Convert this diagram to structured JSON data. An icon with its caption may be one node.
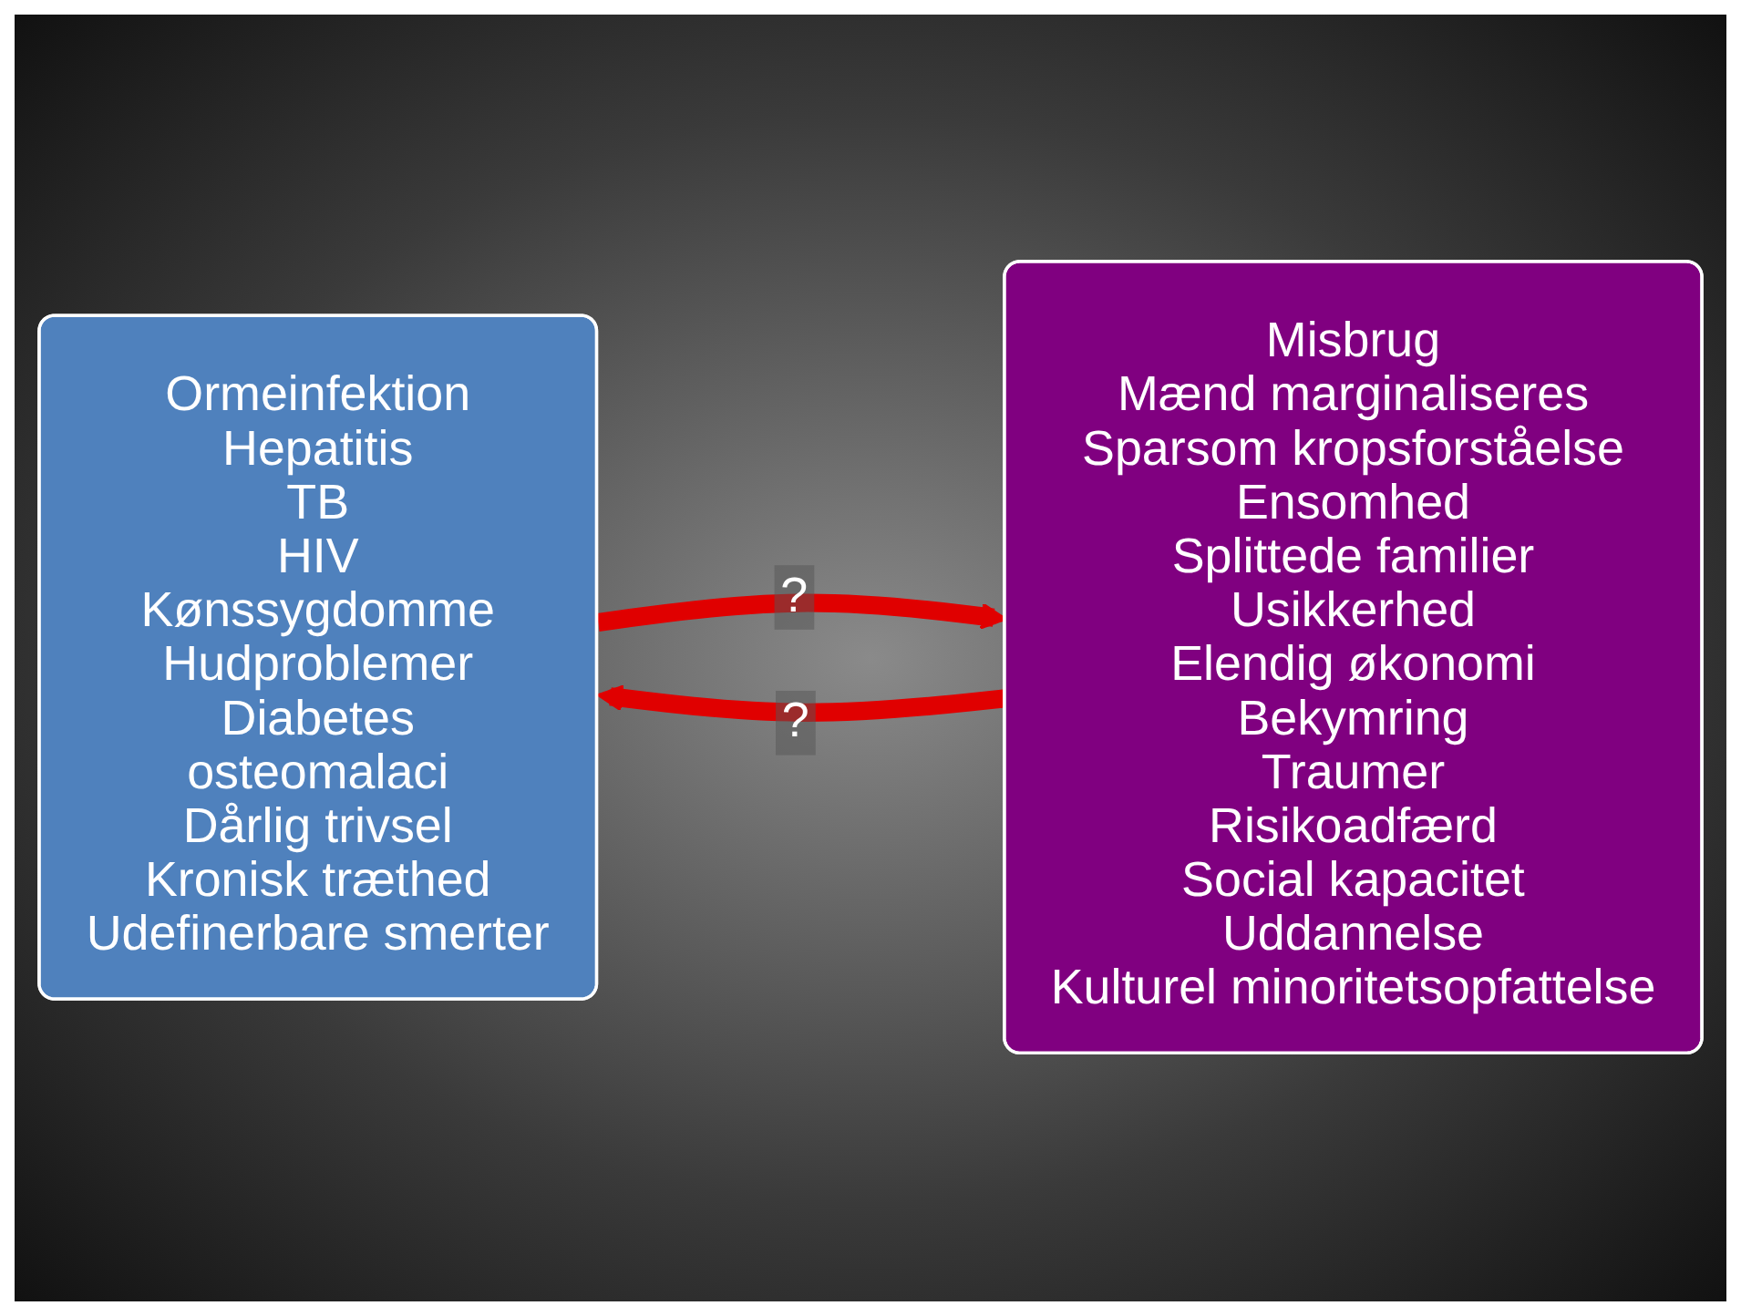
{
  "diagram": {
    "nodes": [
      {
        "text": [
          "Ormeinfektion",
          "Hepatitis",
          "TB",
          "HIV",
          "Kønssygdomme",
          "Hudproblemer",
          "Diabetes",
          "osteomalaci",
          "Dårlig trivsel",
          "Kronisk træthed",
          "Udefinerbare smerter"
        ]
      },
      {
        "text": [
          "Misbrug",
          "Mænd marginaliseres",
          "Sparsom kropsforståelse",
          "Ensomhed",
          "Splittede familier",
          "Usikkerhed",
          "Elendig økonomi",
          "Bekymring",
          "Traumer",
          "Risikoadfærd",
          "Social kapacitet",
          "Uddannelse",
          "Kulturel minoritetsopfattelse"
        ]
      }
    ],
    "edges": [
      {
        "from": 0,
        "to": 1,
        "arrow": "to",
        "label": "?",
        "color": "#e00000"
      },
      {
        "from": 1,
        "to": 0,
        "arrow": "to",
        "label": "?",
        "color": "#e00000"
      }
    ]
  }
}
